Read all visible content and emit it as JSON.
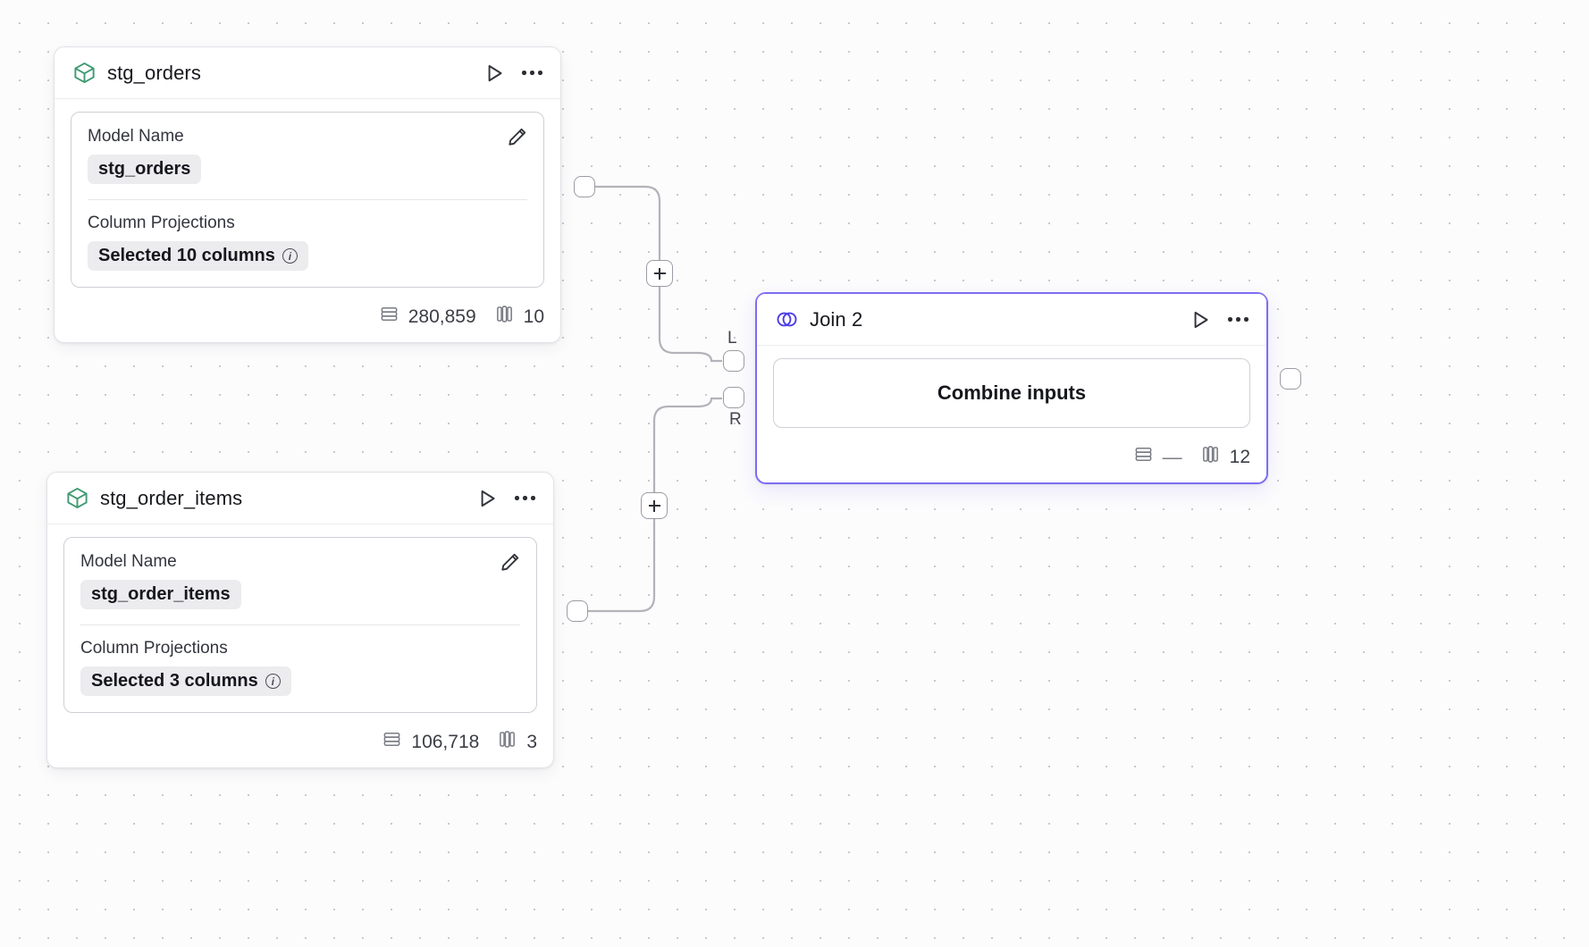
{
  "canvas": {
    "grid": "dot-grid",
    "background_color": "#fcfcfd",
    "accent_color": "#7c6cf5",
    "model_icon_color": "#3f9a72",
    "edge_color": "#b3b3ba"
  },
  "nodes": [
    {
      "id": "stg_orders",
      "type": "model",
      "icon": "cube-icon",
      "title": "stg_orders",
      "selected": false,
      "fields": [
        {
          "label": "Model Name",
          "value": "stg_orders",
          "has_info": false
        },
        {
          "label": "Column Projections",
          "value": "Selected 10 columns",
          "has_info": true
        }
      ],
      "footer": {
        "rows_icon": "rows-icon",
        "rows": "280,859",
        "cols_icon": "columns-icon",
        "cols": "10"
      },
      "actions": {
        "run": "run-icon",
        "menu": "more-options-icon",
        "edit": "edit-pencil-icon"
      }
    },
    {
      "id": "stg_order_items",
      "type": "model",
      "icon": "cube-icon",
      "title": "stg_order_items",
      "selected": false,
      "fields": [
        {
          "label": "Model Name",
          "value": "stg_order_items",
          "has_info": false
        },
        {
          "label": "Column Projections",
          "value": "Selected 3 columns",
          "has_info": true
        }
      ],
      "footer": {
        "rows_icon": "rows-icon",
        "rows": "106,718",
        "cols_icon": "columns-icon",
        "cols": "3"
      },
      "actions": {
        "run": "run-icon",
        "menu": "more-options-icon",
        "edit": "edit-pencil-icon"
      }
    },
    {
      "id": "join_2",
      "type": "join",
      "icon": "join-venn-icon",
      "title": "Join 2",
      "selected": true,
      "body_label": "Combine inputs",
      "input_ports": [
        {
          "id": "left",
          "label": "L"
        },
        {
          "id": "right",
          "label": "R"
        }
      ],
      "footer": {
        "rows_icon": "rows-icon",
        "rows": "—",
        "cols_icon": "columns-icon",
        "cols": "12"
      },
      "actions": {
        "run": "run-icon",
        "menu": "more-options-icon"
      }
    }
  ],
  "edges": [
    {
      "id": "edge-orders-to-join-left",
      "from": "stg_orders",
      "to": "join_2.left",
      "plus_button": "+"
    },
    {
      "id": "edge-items-to-join-right",
      "from": "stg_order_items",
      "to": "join_2.right",
      "plus_button": "+"
    }
  ],
  "labels": {
    "info_glyph": "i",
    "plus_glyph": "+"
  }
}
